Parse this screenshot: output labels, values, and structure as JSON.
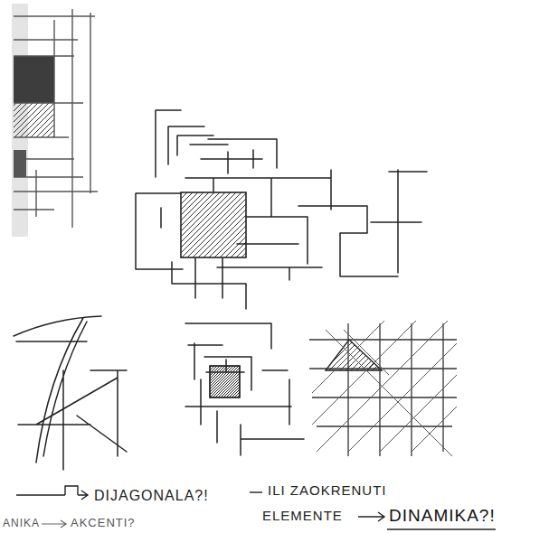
{
  "diagram": {
    "labels": [
      "DIJAGONALA?!",
      "ILI ZAOKRENUTI",
      "ELEMENTE",
      "DINAMIKA?!",
      "ANIKA",
      "AKCENTI?"
    ]
  }
}
